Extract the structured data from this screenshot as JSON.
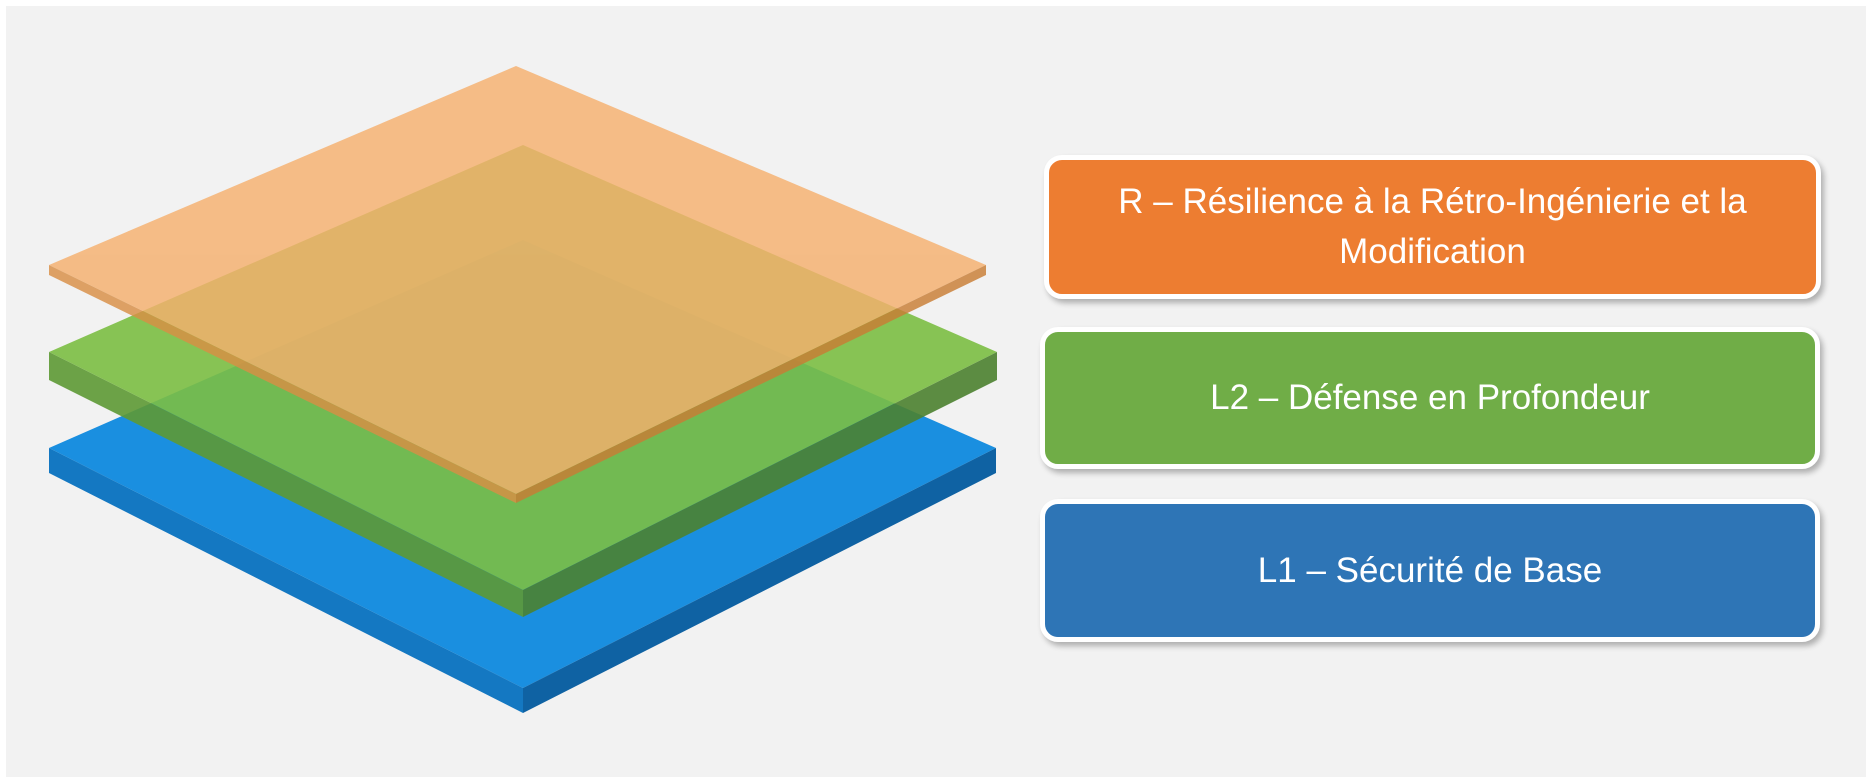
{
  "diagram": {
    "layers": [
      {
        "id": "r",
        "label": "R – Résilience à la Rétro-Ingénierie et la Modification",
        "color": "#ed7d31",
        "plate_color": "#f4a55d"
      },
      {
        "id": "l2",
        "label": "L2 – Défense en Profondeur",
        "color": "#70ad47",
        "plate_color": "#7cbf43"
      },
      {
        "id": "l1",
        "label": "L1 – Sécurité de Base",
        "color": "#2e75b6",
        "plate_color": "#1a8fe0"
      }
    ],
    "background": "#f2f2f2"
  }
}
